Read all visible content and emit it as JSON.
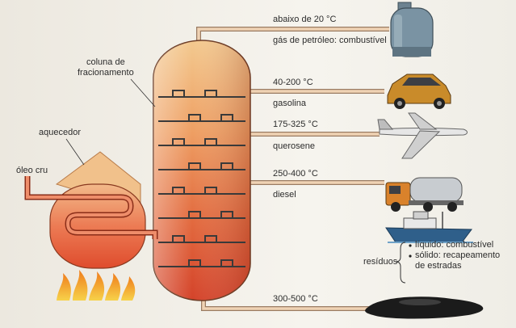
{
  "column": {
    "label_line1": "coluna de",
    "label_line2": "fracionamento"
  },
  "heater": {
    "label": "aquecedor"
  },
  "input": {
    "label": "óleo cru"
  },
  "fractions": [
    {
      "temp": "abaixo de 20 °C",
      "product": "gás de petróleo: combustível"
    },
    {
      "temp": "40-200 °C",
      "product": "gasolina"
    },
    {
      "temp": "175-325 °C",
      "product": "querosene"
    },
    {
      "temp": "250-400 °C",
      "product": "diesel"
    },
    {
      "temp": "300-500 °C",
      "product": ""
    }
  ],
  "residues": {
    "label": "resíduos",
    "items": [
      "líquido: combustível",
      "sólido: recapeamento",
      "de estradas"
    ]
  },
  "icons": [
    "gas-cylinder-icon",
    "car-icon",
    "airplane-icon",
    "truck-icon",
    "ship-icon",
    "asphalt-puddle-icon",
    "flame-icon"
  ],
  "colors": {
    "column_top": "#f4c68c",
    "column_bottom": "#d8472a",
    "pipe": "#e4b894",
    "flame": "#f3a21f"
  }
}
